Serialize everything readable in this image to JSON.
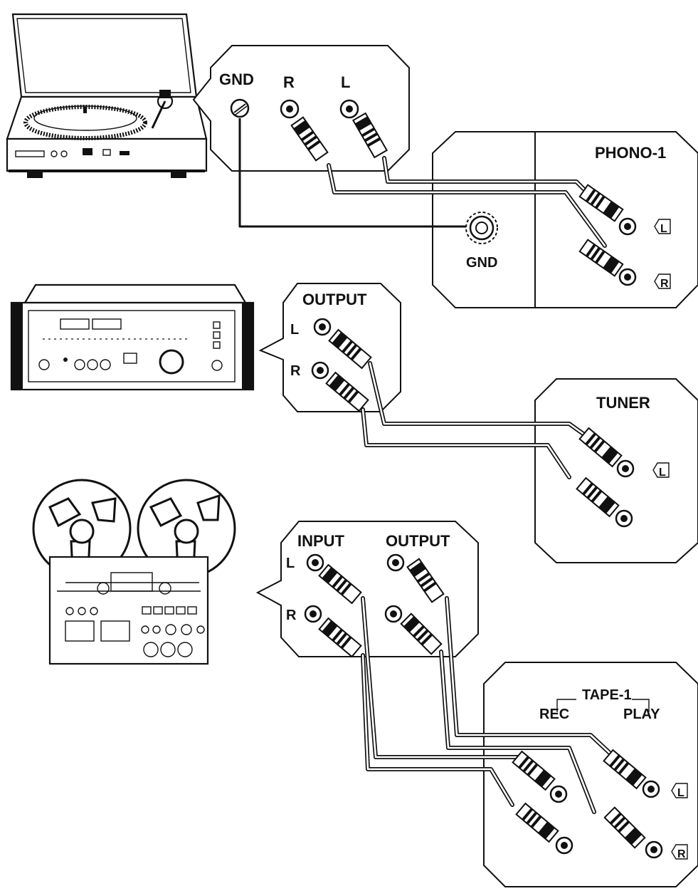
{
  "colors": {
    "ink": "#111111",
    "paper": "#ffffff"
  },
  "turntable": {
    "gnd": "GND",
    "r": "R",
    "l": "L"
  },
  "amp_phono": {
    "title": "PHONO-1",
    "gnd": "GND",
    "l": "L",
    "r": "R"
  },
  "tuner_out": {
    "title": "OUTPUT",
    "l": "L",
    "r": "R"
  },
  "amp_tuner": {
    "title": "TUNER",
    "l": "L"
  },
  "tape_deck": {
    "input": "INPUT",
    "output": "OUTPUT",
    "l": "L",
    "r": "R"
  },
  "amp_tape": {
    "title": "TAPE-1",
    "rec": "REC",
    "play": "PLAY",
    "l": "L",
    "r": "R"
  }
}
